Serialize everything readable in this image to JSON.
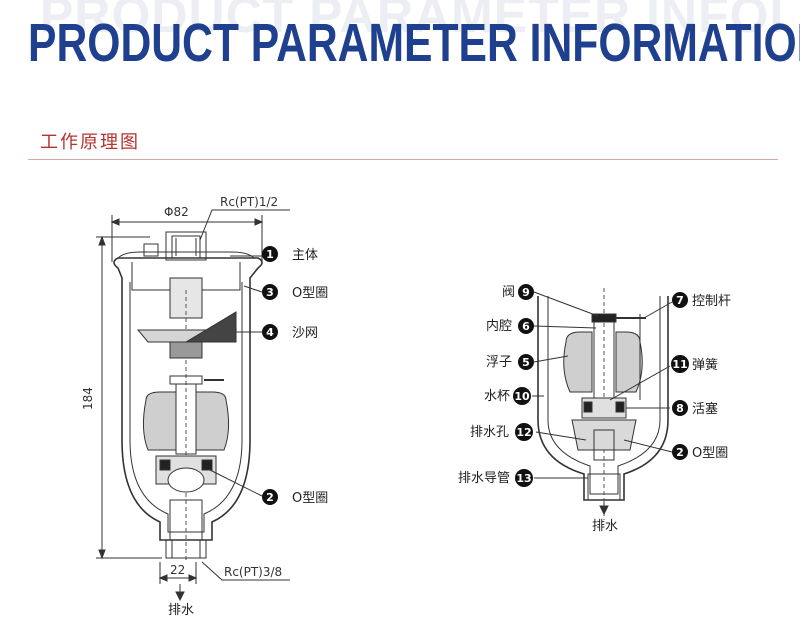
{
  "header": {
    "background_title": "PRODUCT PARAMETER INFORMATION",
    "title": "PRODUCT PARAMETER INFORMATION"
  },
  "section": {
    "title": "工作原理图"
  },
  "colors": {
    "title_blue": "#1f3f8f",
    "section_red": "#b5332e",
    "part_gray": "#cfcfcf"
  },
  "left_diagram": {
    "dim_top_width": "Φ82",
    "dim_inlet": "Rc(PT)1/2",
    "dim_height": "184",
    "dim_bottom_width": "22",
    "dim_outlet": "Rc(PT)3/8",
    "drain_label": "排水",
    "callouts": [
      {
        "num": "1",
        "label": "主体"
      },
      {
        "num": "3",
        "label": "O型圈"
      },
      {
        "num": "4",
        "label": "沙网"
      },
      {
        "num": "2",
        "label": "O型圈"
      }
    ]
  },
  "right_diagram": {
    "drain_label": "排水",
    "callouts_left": [
      {
        "num": "9",
        "label": "阀"
      },
      {
        "num": "6",
        "label": "内腔"
      },
      {
        "num": "5",
        "label": "浮子"
      },
      {
        "num": "10",
        "label": "水杯"
      },
      {
        "num": "12",
        "label": "排水孔"
      },
      {
        "num": "13",
        "label": "排水导管"
      }
    ],
    "callouts_right": [
      {
        "num": "7",
        "label": "控制杆"
      },
      {
        "num": "11",
        "label": "弹簧"
      },
      {
        "num": "8",
        "label": "活塞"
      },
      {
        "num": "2",
        "label": "O型圈"
      }
    ]
  }
}
